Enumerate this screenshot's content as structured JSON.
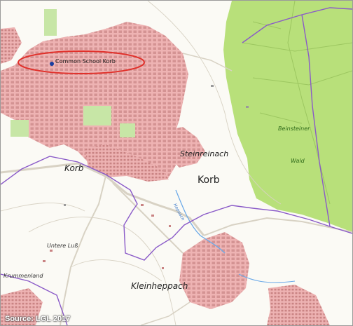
{
  "map": {
    "labels": {
      "school": "Common School Korb",
      "korb_west": "Korb",
      "korb_center": "Korb",
      "steinreinach": "Steinreinach",
      "beinsteiner": "Beinsteiner",
      "wald": "Wald",
      "untere_luss": "Untere Luß",
      "krummenland": "Krummenland",
      "kleinheppach": "Kleinheppach",
      "stream": "Heppach"
    },
    "source": "Source: LGL 2017",
    "colors": {
      "background": "#fbfaf5",
      "forest": "#b8e07a",
      "builtup": "#eeb3b3",
      "buildings": "#d08a8a",
      "boundary": "#8a5ac8",
      "highlight": "#e0302a",
      "school_marker": "#1a3ea0"
    }
  }
}
